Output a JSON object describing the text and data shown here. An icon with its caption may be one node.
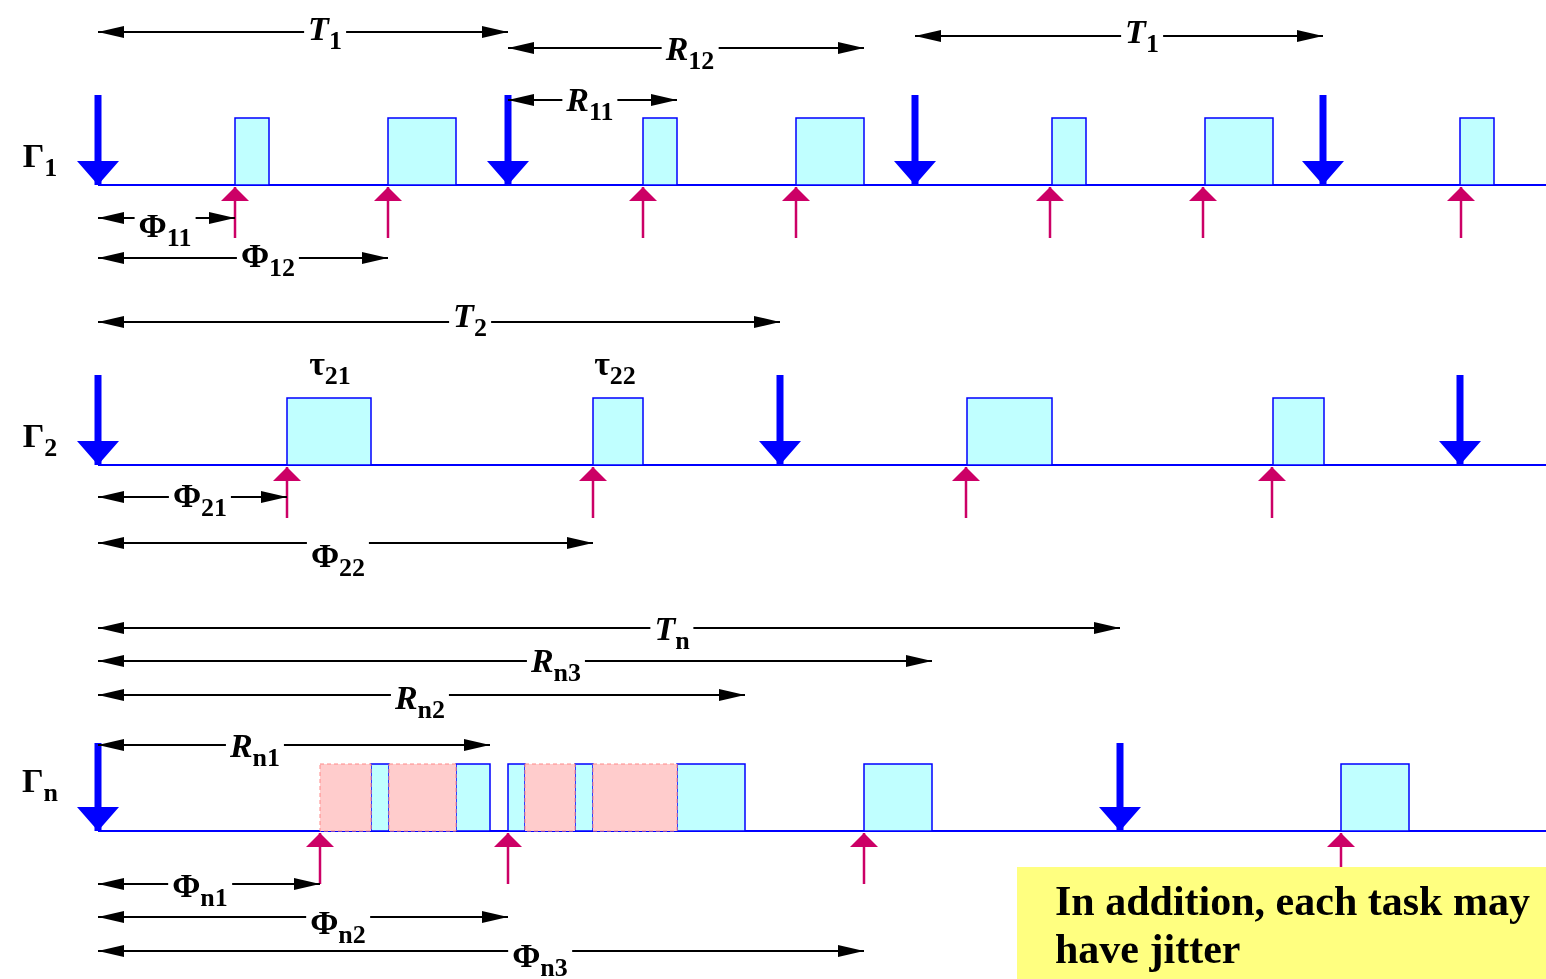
{
  "diagram": {
    "nodes": [
      {
        "text": [
          "In addition, each task may have jitter"
        ]
      }
    ],
    "labels": [
      "T$_{1}$",
      "R$_{12}$",
      "T$_{1}$",
      "R$_{11}$",
      "Γ$_{1}$",
      "Φ$_{11}$",
      "Φ$_{12}$",
      "T$_{2}$",
      "τ$_{21}$",
      "τ$_{22}$",
      "Γ$_{2}$",
      "Φ$_{21}$",
      "Φ$_{22}$",
      "T$_{n}$",
      "R$_{n3}$",
      "R$_{n2}$",
      "R$_{n1}$",
      "Γ$_{n}$",
      "Φ$_{n1}$",
      "Φ$_{n2}$",
      "Φ$_{n3}$"
    ]
  }
}
